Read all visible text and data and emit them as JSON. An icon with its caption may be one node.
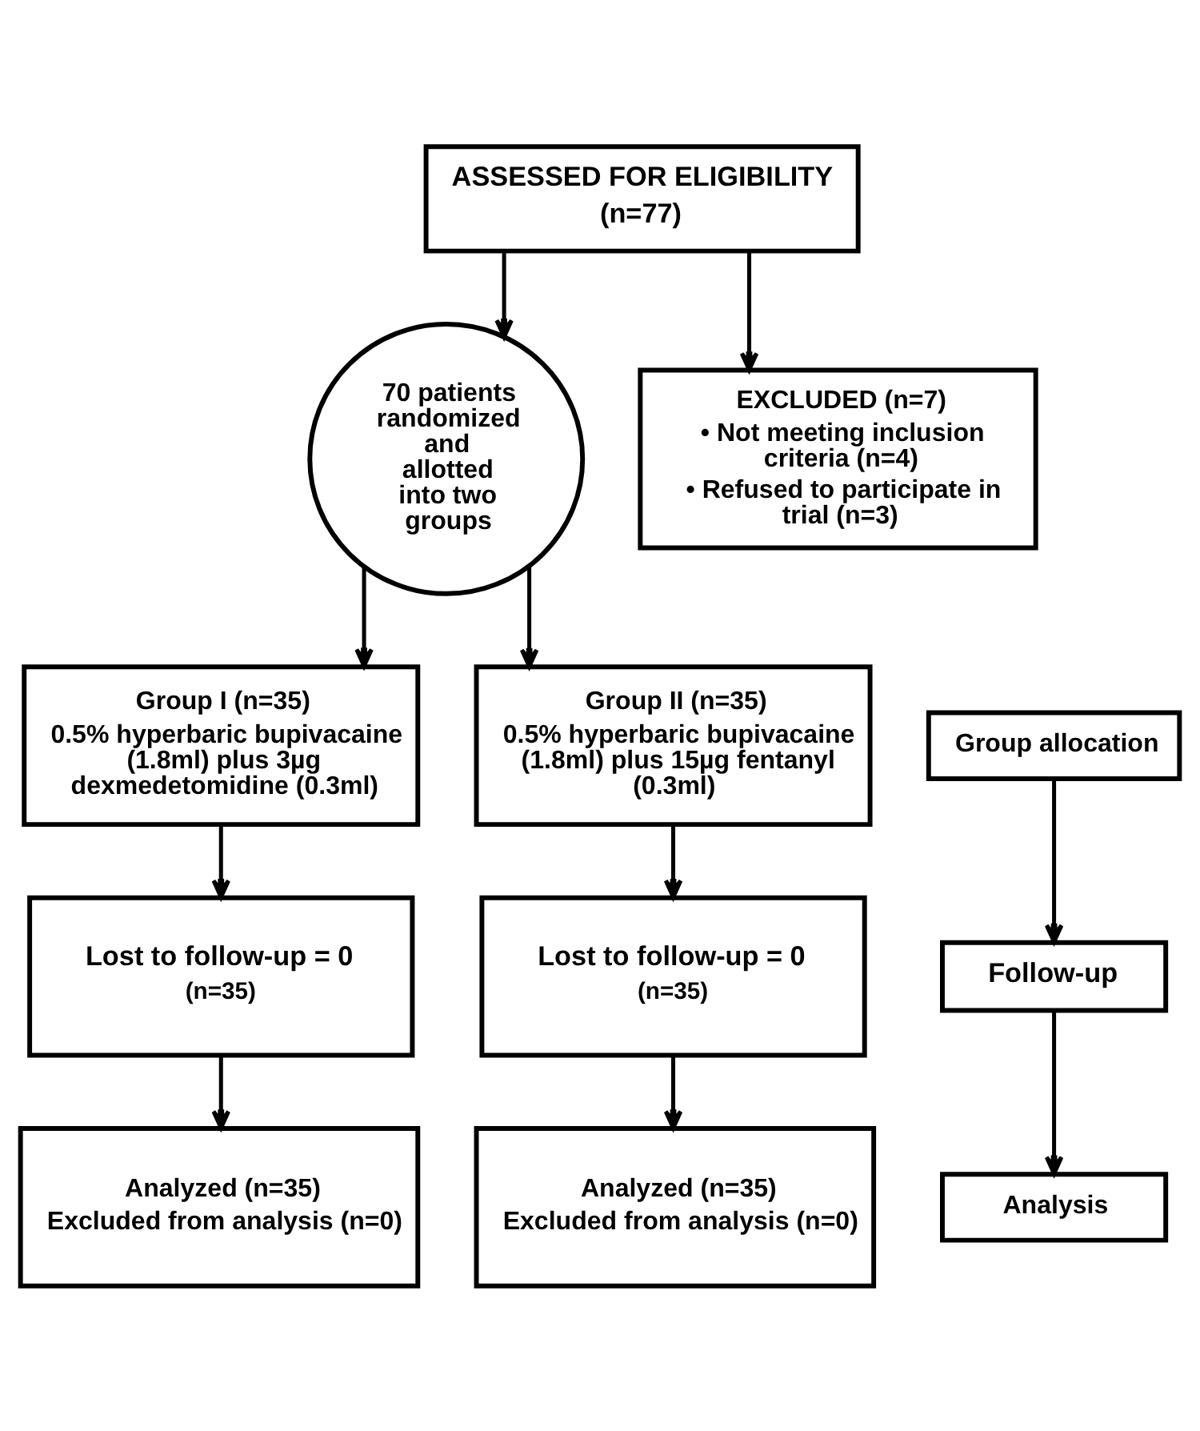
{
  "diagram": {
    "nodes": [
      {
        "text": [
          "ASSESSED FOR ELIGIBILITY",
          "(n=77)"
        ]
      },
      {
        "text": [
          "EXCLUDED (n=7)",
          "• Not meeting inclusion criteria (n=4)",
          "• Refused to participate in trial (n=3)"
        ]
      },
      {
        "text": [
          "70 patients randomized and allotted into two groups"
        ]
      },
      {
        "text": [
          "Group I (n=35)",
          "0.5% hyperbaric bupivacaine (1.8ml) plus 3µg dexmedetomidine (0.3ml)"
        ]
      },
      {
        "text": [
          "Group allocation"
        ]
      },
      {
        "text": [
          "Group II (n=35)",
          "0.5% hyperbaric bupivacaine (1.8ml) plus 15µg fentanyl (0.3ml)"
        ]
      },
      {
        "text": [
          "Lost to follow-up = 0",
          "(n=35)"
        ]
      },
      {
        "text": [
          "Follow-up"
        ]
      },
      {
        "text": [
          "Lost to follow-up = 0",
          "(n=35)"
        ]
      },
      {
        "text": [
          "Analyzed (n=35)",
          "Excluded from analysis (n=0)"
        ]
      },
      {
        "text": [
          "Analysis"
        ]
      },
      {
        "text": [
          "Analyzed (n=35)",
          "Excluded from analysis (n=0)"
        ]
      }
    ],
    "edges": [
      {
        "from": 0,
        "to": 2,
        "arrow": "to"
      },
      {
        "from": 0,
        "to": 1,
        "arrow": "to"
      },
      {
        "from": 2,
        "to": 3,
        "arrow": "to"
      },
      {
        "from": 2,
        "to": 5,
        "arrow": "to"
      },
      {
        "from": 3,
        "to": 6,
        "arrow": "to"
      },
      {
        "from": 4,
        "to": 7,
        "arrow": "to"
      },
      {
        "from": 5,
        "to": 8,
        "arrow": "to"
      },
      {
        "from": 6,
        "to": 9,
        "arrow": "to"
      },
      {
        "from": 7,
        "to": 10,
        "arrow": "to"
      },
      {
        "from": 8,
        "to": 11,
        "arrow": "to"
      }
    ]
  }
}
